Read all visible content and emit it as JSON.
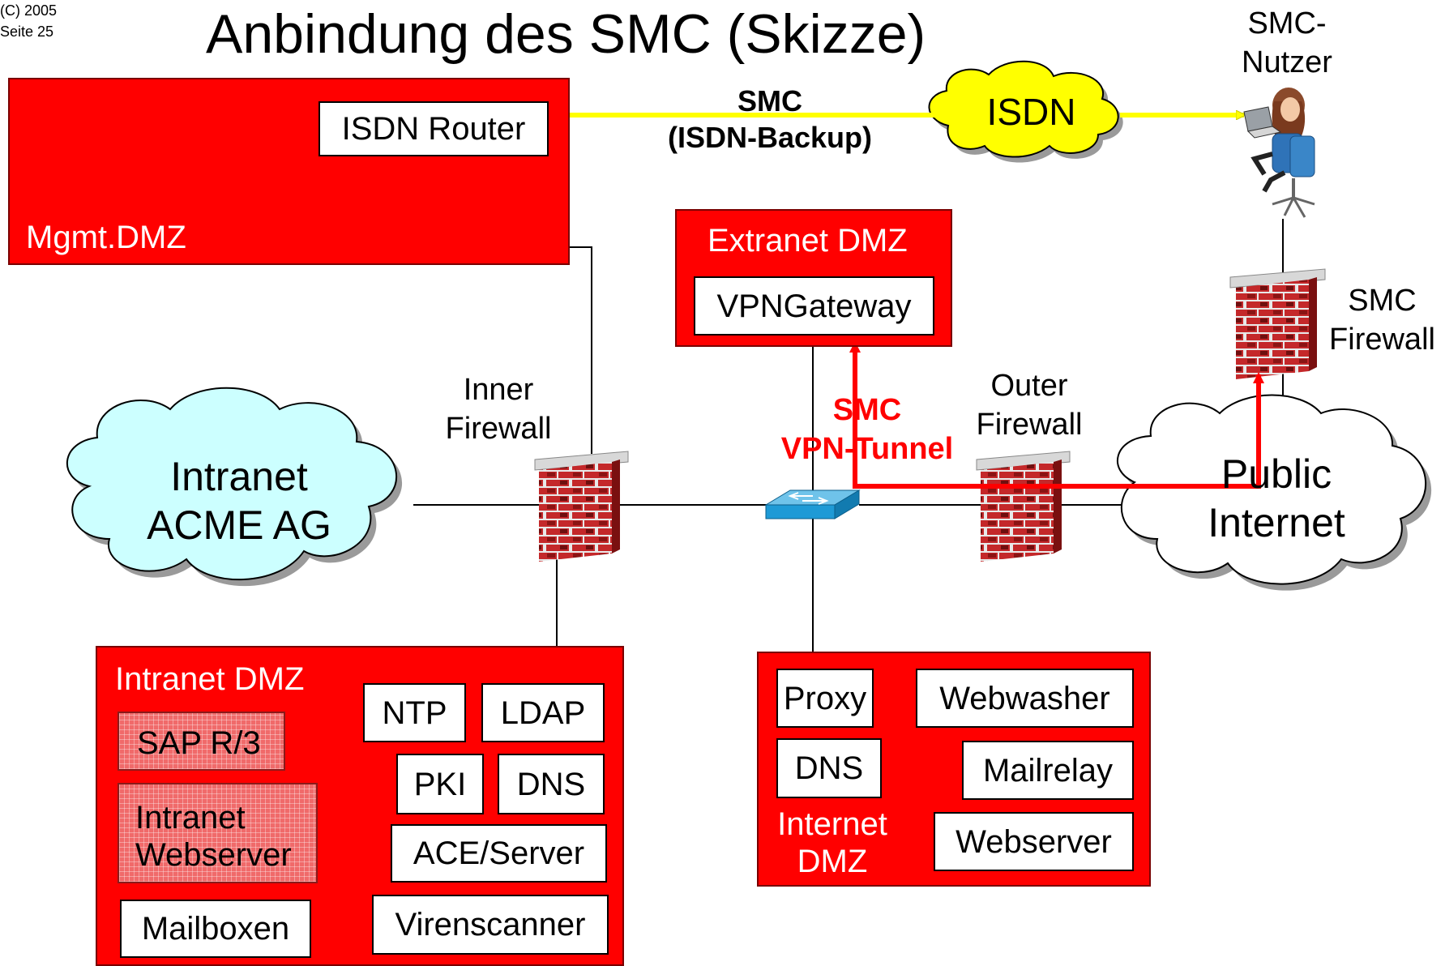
{
  "header": {
    "copyright": "(C) 2005",
    "page": "Seite 25",
    "title": "Anbindung des SMC (Skizze)"
  },
  "user": {
    "label_line1": "SMC-",
    "label_line2": "Nutzer"
  },
  "isdn": {
    "cloud": "ISDN",
    "link_line1": "SMC",
    "link_line2": "(ISDN-Backup)",
    "router": "ISDN Router"
  },
  "mgmt_dmz": {
    "label": "Mgmt.DMZ"
  },
  "extranet_dmz": {
    "label": "Extranet DMZ",
    "vpn_gateway": "VPNGateway"
  },
  "firewalls": {
    "inner": {
      "line1": "Inner",
      "line2": "Firewall"
    },
    "outer": {
      "line1": "Outer",
      "line2": "Firewall"
    },
    "smc": {
      "line1": "SMC",
      "line2": "Firewall"
    }
  },
  "vpn": {
    "line1": "SMC",
    "line2": "VPN-Tunnel"
  },
  "intranet_cloud": {
    "line1": "Intranet",
    "line2": "ACME AG"
  },
  "internet_cloud": {
    "line1": "Public",
    "line2": "Internet"
  },
  "intranet_dmz": {
    "label": "Intranet DMZ",
    "sap": "SAP R/3",
    "webserver_line1": "Intranet",
    "webserver_line2": "Webserver",
    "mailboxen": "Mailboxen",
    "ntp": "NTP",
    "ldap": "LDAP",
    "pki": "PKI",
    "dns": "DNS",
    "ace": "ACE/Server",
    "virenscanner": "Virenscanner"
  },
  "internet_dmz": {
    "label_line1": "Internet",
    "label_line2": "DMZ",
    "proxy": "Proxy",
    "webwasher": "Webwasher",
    "dns": "DNS",
    "mailrelay": "Mailrelay",
    "webserver": "Webserver"
  },
  "colors": {
    "zone_red": "#ff0000",
    "isdn_yellow": "#ffff00",
    "vpn_red": "#ff0000",
    "intranet_cloud": "#ccffff",
    "switch_blue": "#1e9ad6",
    "brick": "#b01e1e"
  }
}
